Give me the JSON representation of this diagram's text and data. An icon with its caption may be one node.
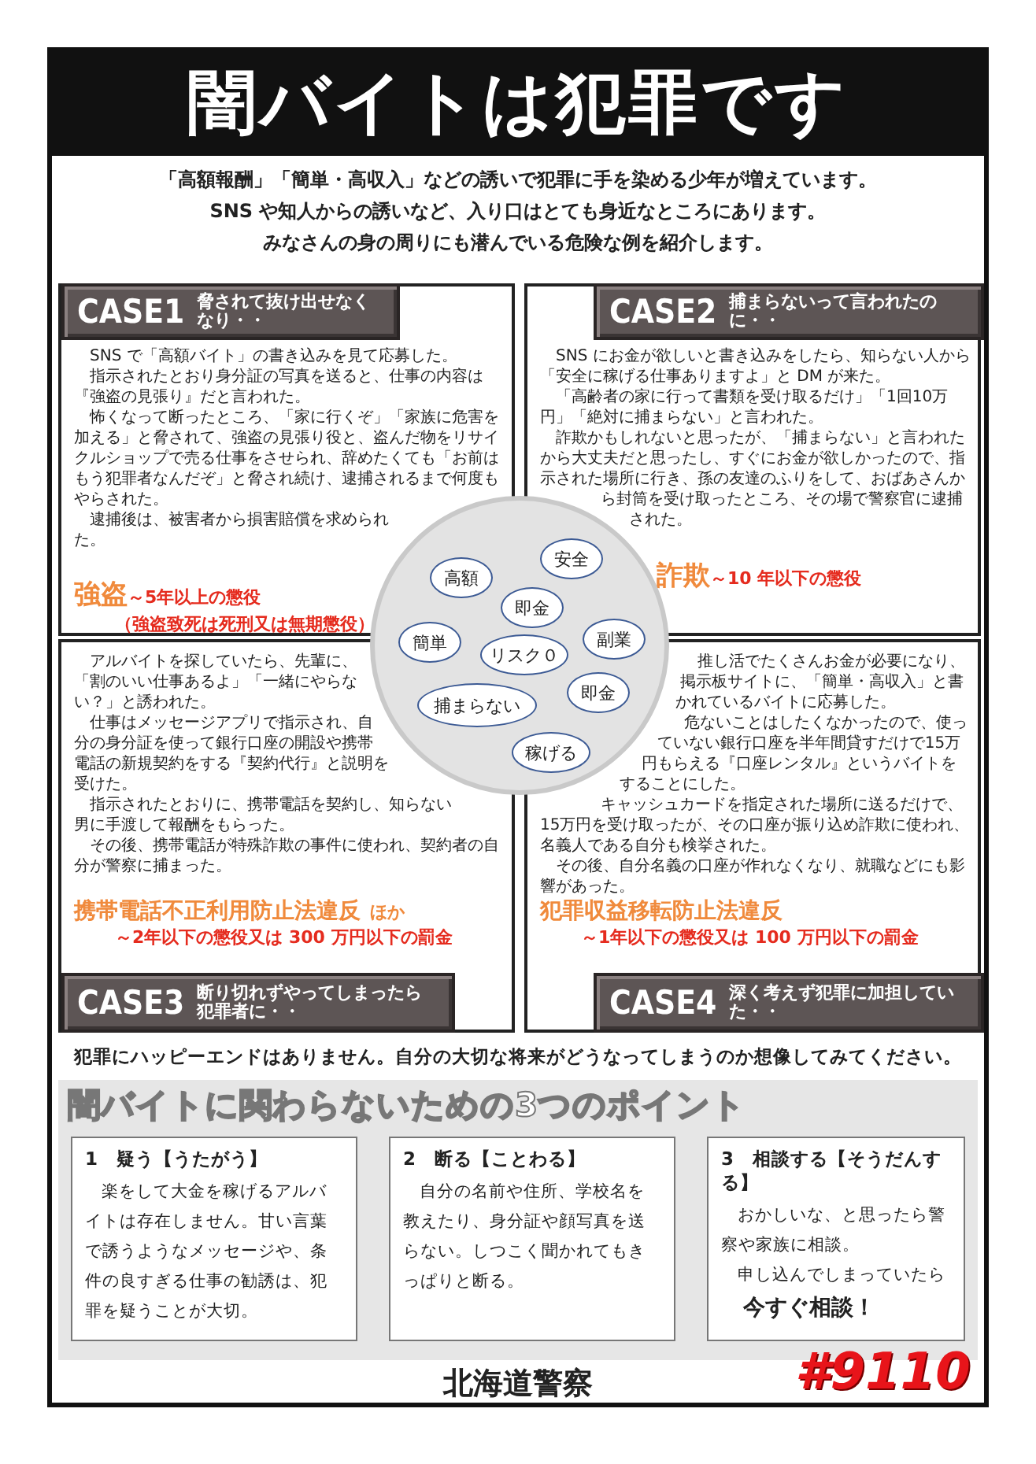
{
  "diagram": {
    "title": "闇バイトは犯罪です",
    "nodes": [
      {
        "text": [
          "CASE1",
          "脅されて抜け出せなくなり・・",
          "SNS で「高額バイト」の書き込みを見て応募した。",
          "指示されたとおり身分証の写真を送ると、仕事の内容は『強盗の見張り』だと言われた。",
          "怖くなって断ったところ、「家に行くぞ」「家族に危害を加える」と脅されて、強盗の見張り役と、盗んだ物をリサイクルショップで売る仕事をさせられ、辞めたくても「お前はもう犯罪者なんだぞ」と脅され続け、逮捕されるまで何度もやらされた。",
          "逮捕後は、被害者から損害賠償を求められた。",
          "強盗",
          "～5年以上の懲役",
          "（強盗致死は死刑又は無期懲役）"
        ]
      },
      {
        "text": [
          "CASE2",
          "捕まらないって言われたのに・・",
          "SNS にお金が欲しいと書き込みをしたら、知らない人から「安全に稼げる仕事ありますよ」と DM が来た。",
          "「高齢者の家に行って書類を受け取るだけ」「1回10万円」「絶対に捕まらない」と言われた。",
          "詐欺かもしれないと思ったが、「捕まらない」と言われたから大丈夫だと思ったし、すぐにお金が欲しかったので、指示された場所に行き、孫の友達のふりをして、おばあさんから封筒を受け取ったところ、その場で警察官に逮捕された。",
          "詐欺",
          "～10 年以下の懲役"
        ]
      },
      {
        "text": [],
        "shape": "circle"
      },
      {
        "text": [
          "安全"
        ]
      },
      {
        "text": [
          "高額"
        ]
      },
      {
        "text": [
          "即金"
        ],
        "in": 2
      },
      {
        "text": [
          "簡単"
        ],
        "in": 2
      },
      {
        "text": [
          "副業"
        ],
        "in": 2
      },
      {
        "text": [
          "リスク０"
        ],
        "in": 2
      },
      {
        "text": [
          "即金"
        ]
      },
      {
        "text": [
          "捕まらない"
        ],
        "in": 2
      },
      {
        "text": [
          "稼げる"
        ],
        "in": 2
      },
      {
        "text": [
          "アルバイトを探していたら、先輩に、「割のいい仕事あるよ」「一緒にやらない？」と誘われた。",
          "仕事はメッセージアプリで指示され、自分の身分証を使って銀行口座の開設や携帯電話の新規契約をする『契約代行』と説明を受けた。",
          "指示されたとおりに、携帯電話を契約し、知らない男に手渡して報酬をもらった。",
          "その後、携帯電話が特殊詐欺の事件に使われ、契約者の自分が警察に捕まった。",
          "携帯電話不正利用防止法違反",
          "ほか",
          "～2年以下の懲役又は 300 万円以下の罰金",
          "CASE3",
          "断り切れずやってしまったら犯罪者に・・"
        ]
      },
      {
        "text": [
          "推し活でたくさんお金が必要になり、掲示板サイトに、「簡単・高収入」と書かれているバイトに応募した。",
          "危ないことはしたくなかったので、使っていない銀行口座を半年間貸すだけで15万円もらえる『口座レンタル』というバイトをすることにした。",
          "キャッシュカードを指定された場所に送るだけで、15万円を受け取ったが、その口座が振り込め詐欺に使われ、名義人である自分も検挙された。",
          "その後、自分名義の口座が作れなくなり、就職などにも影響があった。",
          "犯罪収益移転防止法違反",
          "～1年以下の懲役又は 100 万円以下の罰金",
          "CASE4",
          "深く考えず犯罪に加担していた・・"
        ]
      },
      {
        "text": [
          "闇バイトに関わらないための3つのポイント"
        ]
      },
      {
        "text": [
          "1　疑う【うたがう】",
          "楽をして大金を稼げるアルバイトは存在しません。甘い言葉で誘うようなメッセージや、条件の良すぎる仕事の勧誘は、犯罪を疑うことが大切。"
        ],
        "in": 14
      },
      {
        "text": [
          "2　断る【ことわる】",
          "自分の名前や住所、学校名を教えたり、身分証や顔写真を送らない。しつこく聞かれてもきっぱりと断る。"
        ],
        "in": 14
      },
      {
        "text": [
          "3　相談する【そうだんする】",
          "おかしいな、と思ったら警察や家族に相談。",
          "申し込んでしまっていたら",
          "今すぐ相談！"
        ],
        "in": 14
      }
    ],
    "labels": [
      "「高額報酬」「簡単・高収入」などの誘いで犯罪に手を染める少年が増えています。",
      "SNS や知人からの誘いなど、入り口はとても身近なところにあります。",
      "みなさんの身の周りにも潜んでいる危険な例を紹介します。",
      "犯罪にハッピーエンドはありません。自分の大切な将来がどうなってしまうのか想像してみてください。",
      "#9110",
      "北海道警察"
    ]
  }
}
